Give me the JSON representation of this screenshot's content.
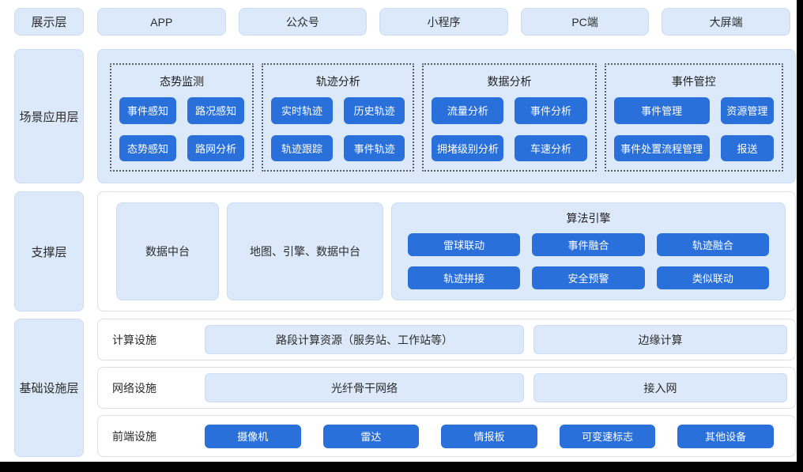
{
  "colors": {
    "accent_blue": "#2a70db",
    "light_blue": "#dbe9fa",
    "panel_border": "#dcdfe5",
    "dotted_border": "#5a5f66"
  },
  "display_layer": {
    "label": "展示层",
    "items": [
      "APP",
      "公众号",
      "小程序",
      "PC端",
      "大屏端"
    ]
  },
  "application_layer": {
    "label": "场景应用层",
    "groups": [
      {
        "title": "态势监测",
        "items": [
          "事件感知",
          "路况感知",
          "态势感知",
          "路网分析"
        ]
      },
      {
        "title": "轨迹分析",
        "items": [
          "实时轨迹",
          "历史轨迹",
          "轨迹跟踪",
          "事件轨迹"
        ]
      },
      {
        "title": "数据分析",
        "items": [
          "流量分析",
          "事件分析",
          "拥堵级别分析",
          "车速分析"
        ]
      },
      {
        "title": "事件管控",
        "items": [
          "事件管理",
          "资源管理",
          "事件处置流程管理",
          "报送"
        ]
      }
    ]
  },
  "support_layer": {
    "label": "支撑层",
    "boxes": [
      "数据中台",
      "地图、引擎、数据中台"
    ],
    "algorithm_engine": {
      "title": "算法引擎",
      "items": [
        "雷球联动",
        "事件融合",
        "轨迹融合",
        "轨迹拼接",
        "安全预警",
        "类似联动"
      ]
    }
  },
  "infrastructure_layer": {
    "label": "基础设施层",
    "rows": [
      {
        "label": "计算设施",
        "boxes": [
          "路段计算资源（服务站、工作站等）",
          "边缘计算"
        ]
      },
      {
        "label": "网络设施",
        "boxes": [
          "光纤骨干网络",
          "接入网"
        ]
      },
      {
        "label": "前端设施",
        "boxes": [
          "摄像机",
          "雷达",
          "情报板",
          "可变速标志",
          "其他设备"
        ]
      }
    ]
  }
}
